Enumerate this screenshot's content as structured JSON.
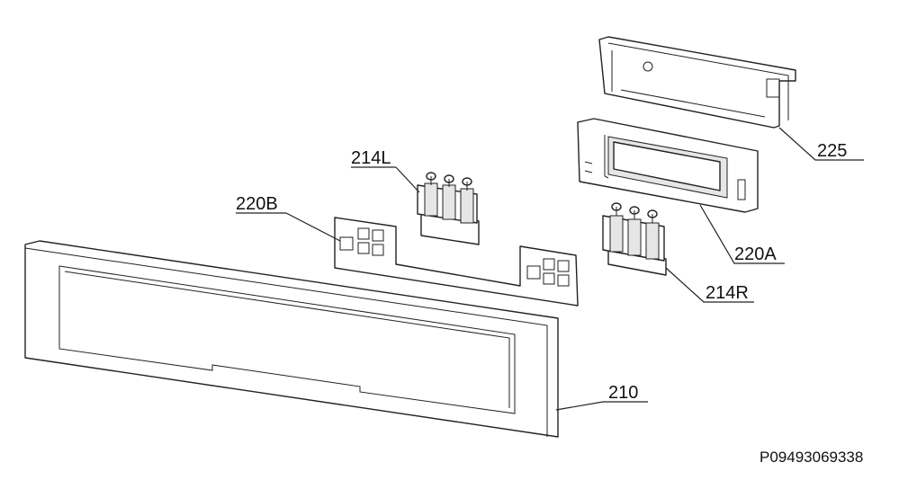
{
  "labels": {
    "p225": "225",
    "p214L": "214L",
    "p220B": "220B",
    "p220A": "220A",
    "p214R": "214R",
    "p210": "210"
  },
  "drawing_code": "P09493069338"
}
